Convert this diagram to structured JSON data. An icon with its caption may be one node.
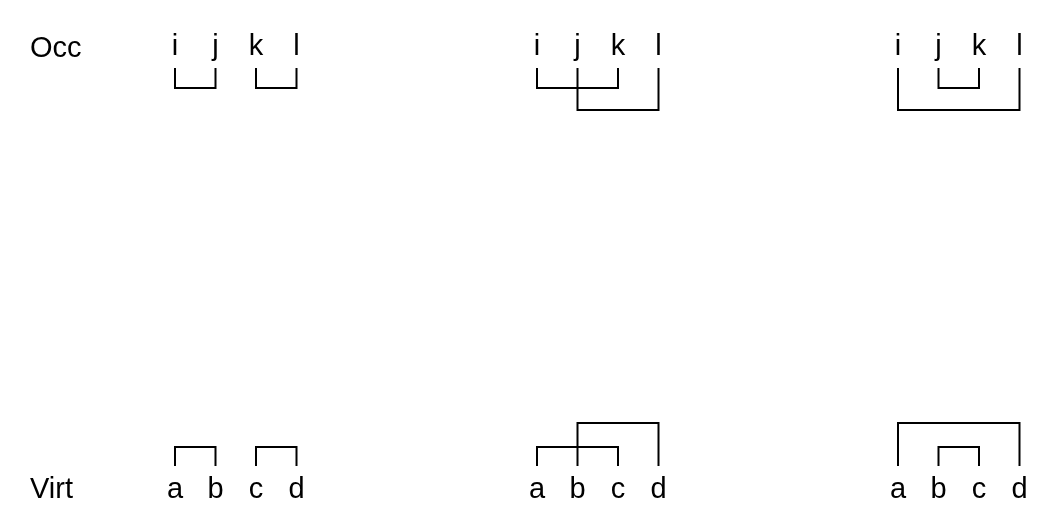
{
  "diagram": {
    "nodes": [
      {
        "text": [
          "i"
        ]
      },
      {
        "text": [
          "j"
        ]
      },
      {
        "text": [
          "k"
        ]
      },
      {
        "text": [
          "l"
        ]
      },
      {
        "text": [
          "i"
        ]
      },
      {
        "text": [
          "j"
        ]
      },
      {
        "text": [
          "k"
        ]
      },
      {
        "text": [
          "l"
        ]
      },
      {
        "text": [
          "i"
        ]
      },
      {
        "text": [
          "j"
        ]
      },
      {
        "text": [
          "k"
        ]
      },
      {
        "text": [
          "l"
        ]
      },
      {
        "text": [
          "a"
        ]
      },
      {
        "text": [
          "b"
        ]
      },
      {
        "text": [
          "c"
        ]
      },
      {
        "text": [
          "d"
        ]
      },
      {
        "text": [
          "a"
        ]
      },
      {
        "text": [
          "b"
        ]
      },
      {
        "text": [
          "c"
        ]
      },
      {
        "text": [
          "d"
        ]
      },
      {
        "text": [
          "a"
        ]
      },
      {
        "text": [
          "b"
        ]
      },
      {
        "text": [
          "c"
        ]
      },
      {
        "text": [
          "d"
        ]
      }
    ],
    "edges": [
      {
        "from": 0,
        "to": 1,
        "arrow": "none"
      },
      {
        "from": 2,
        "to": 3,
        "arrow": "none"
      },
      {
        "from": 4,
        "to": 6,
        "arrow": "none"
      },
      {
        "from": 5,
        "to": 7,
        "arrow": "none"
      },
      {
        "from": 8,
        "to": 11,
        "arrow": "none"
      },
      {
        "from": 9,
        "to": 10,
        "arrow": "none"
      },
      {
        "from": 12,
        "to": 13,
        "arrow": "none"
      },
      {
        "from": 14,
        "to": 15,
        "arrow": "none"
      },
      {
        "from": 16,
        "to": 18,
        "arrow": "none"
      },
      {
        "from": 17,
        "to": 19,
        "arrow": "none"
      },
      {
        "from": 20,
        "to": 23,
        "arrow": "none"
      },
      {
        "from": 21,
        "to": 22,
        "arrow": "none"
      }
    ],
    "labels": [
      "Occ",
      "Virt"
    ]
  }
}
